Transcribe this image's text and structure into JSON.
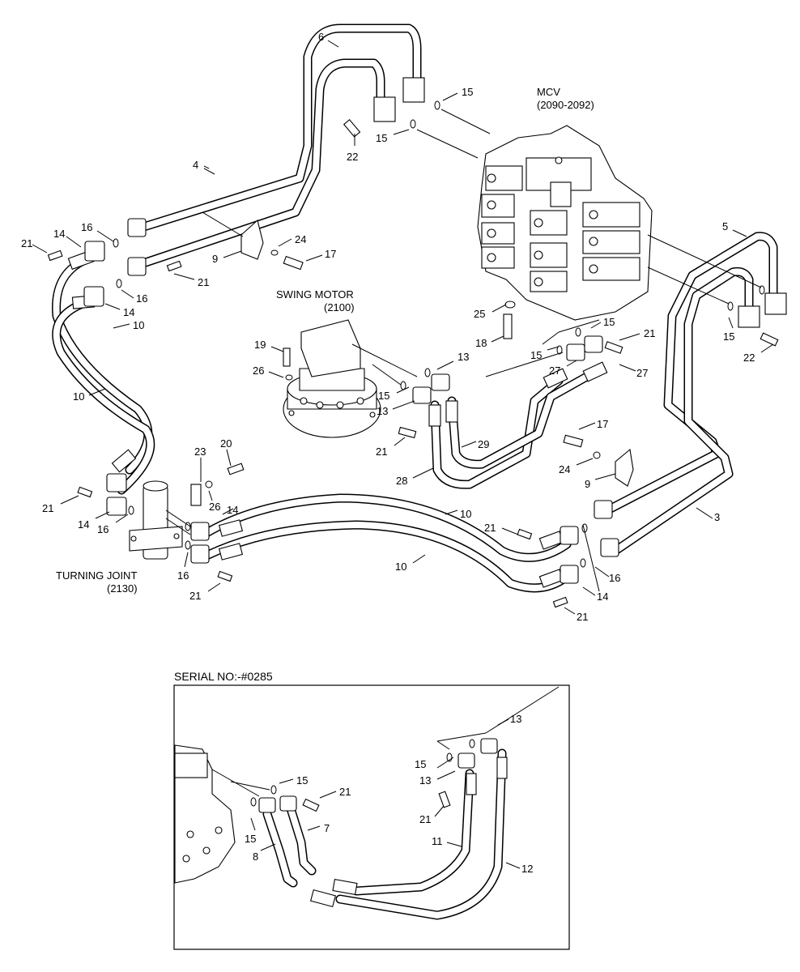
{
  "labels": {
    "mcv_title": "MCV",
    "mcv_code": "(2090-2092)",
    "swing_title": "SWING MOTOR",
    "swing_code": "(2100)",
    "turning_title": "TURNING JOINT",
    "turning_code": "(2130)",
    "serial_heading": "SERIAL NO:-#0285"
  },
  "part_numbers": {
    "p3": "3",
    "p4": "4",
    "p5": "5",
    "p6": "6",
    "p7": "7",
    "p8": "8",
    "p9": "9",
    "p10": "10",
    "p11": "11",
    "p12": "12",
    "p13": "13",
    "p14": "14",
    "p15": "15",
    "p16": "16",
    "p17": "17",
    "p18": "18",
    "p19": "19",
    "p20": "20",
    "p21": "21",
    "p22": "22",
    "p23": "23",
    "p24": "24",
    "p25": "25",
    "p26": "26",
    "p27": "27",
    "p28": "28",
    "p29": "29"
  }
}
